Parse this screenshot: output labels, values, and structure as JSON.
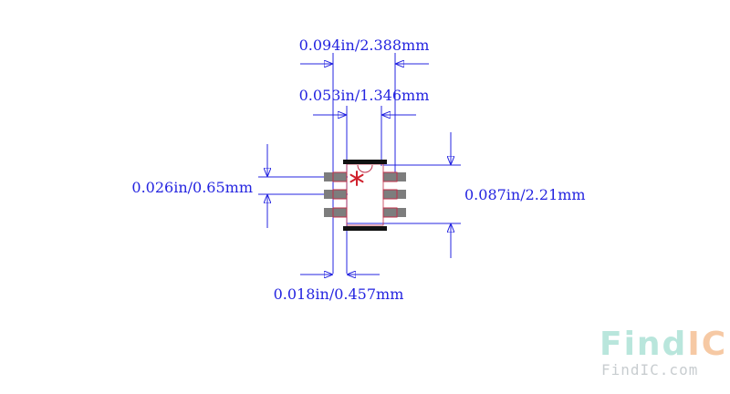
{
  "dimensions": {
    "overall_width": "0.094in/2.388mm",
    "body_width": "0.053in/1.346mm",
    "pitch": "0.026in/0.65mm",
    "body_height": "0.087in/2.21mm",
    "pad_width": "0.018in/0.457mm"
  },
  "watermark": {
    "logo_part1": "Find",
    "logo_part2": "IC",
    "url": "FindIC.com"
  },
  "colors": {
    "dimension": "#2424e0",
    "pad_fill": "#7d7d7d",
    "pad_outline": "#c0304a",
    "body_bar": "#111111",
    "pin1_marker": "#d0202c",
    "watermark_part1": "#b9e6dc",
    "watermark_part2": "#f6c9a4"
  }
}
